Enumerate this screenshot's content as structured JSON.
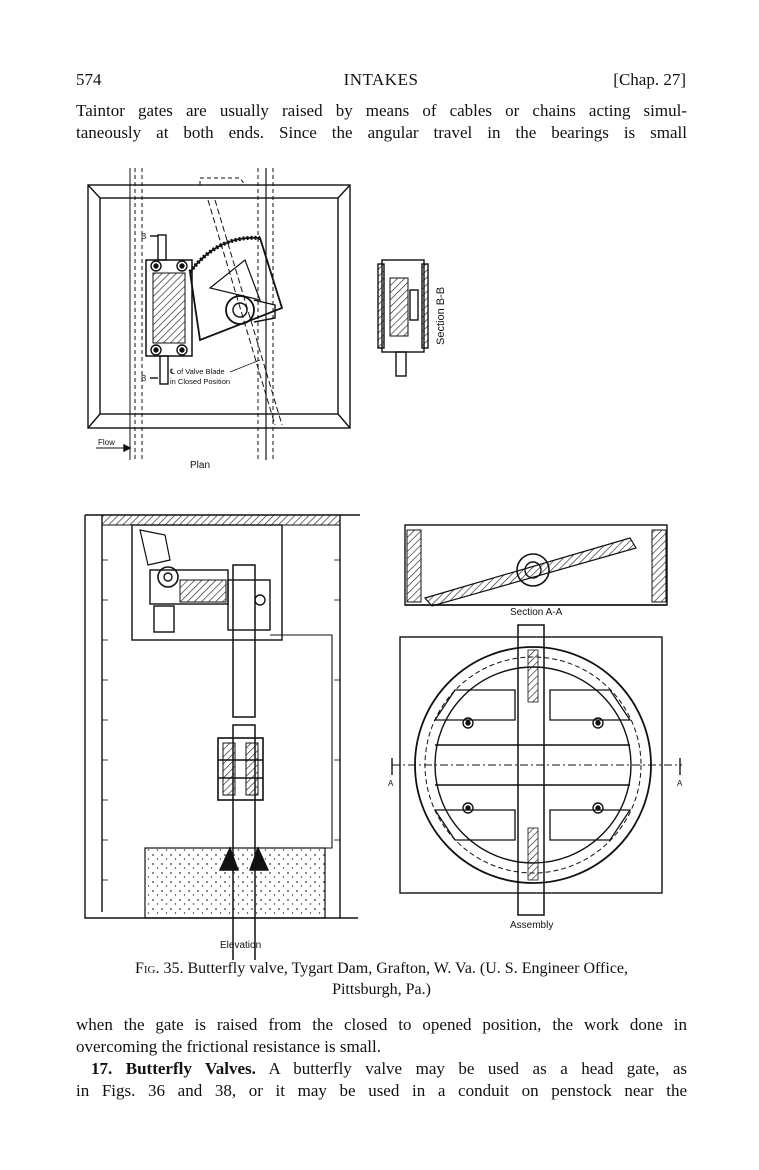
{
  "header": {
    "page_number": "574",
    "chapter_title": "INTAKES",
    "chapter_ref": "[Chap. 27]"
  },
  "intro_paragraph": {
    "lines": [
      "Taintor gates are usually raised by means of cables or chains acting simul-",
      "taneously at both ends.  Since the angular travel in the bearings is small"
    ]
  },
  "figure": {
    "plan": {
      "view_label": "Plan",
      "blade_note_line1": "℄ of Valve Blade",
      "blade_note_line2": "in Closed Position",
      "flow_label": "Flow",
      "section_marker": "B"
    },
    "section_bb": {
      "label": "Section B-B"
    },
    "elevation": {
      "label": "Elevation"
    },
    "section_aa": {
      "label": "Section A-A"
    },
    "assembly": {
      "label": "Assembly",
      "section_marker": "A"
    }
  },
  "caption": {
    "fig_label": "Fig. 35.",
    "line1_text": "Butterfly valve, Tygart Dam, Grafton, W. Va.  (U. S. Engineer Office,",
    "line2_text": "Pittsburgh, Pa.)"
  },
  "continuation_paragraph": {
    "lines": [
      "when the gate is raised from the closed to opened position, the work done in",
      "overcoming the frictional resistance is small."
    ]
  },
  "section_17": {
    "heading": "17. Butterfly Valves.",
    "line1_rest": "A butterfly valve may be used as a head gate, as",
    "line2": "in Figs. 36 and 38, or it may be used in a conduit on penstock near the"
  }
}
